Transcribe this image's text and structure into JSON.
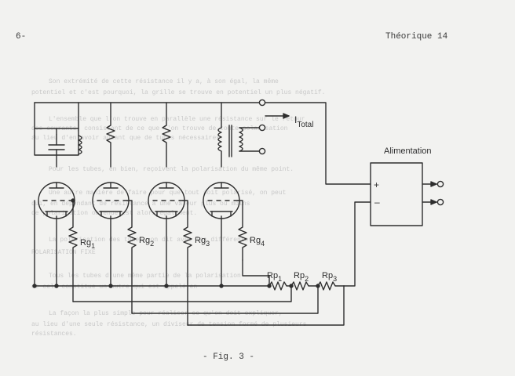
{
  "header": {
    "page_number": "6-",
    "section": "Théorique 14"
  },
  "labels": {
    "i_total": "I",
    "i_total_sub": "Total",
    "alimentation": "Alimentation",
    "plus": "+",
    "minus": "–",
    "rg1": "Rg",
    "rg1_sub": "1",
    "rg2": "Rg",
    "rg2_sub": "2",
    "rg3": "Rg",
    "rg3_sub": "3",
    "rg4": "Rg",
    "rg4_sub": "4",
    "rp1": "Rp",
    "rp1_sub": "1",
    "rp2": "Rp",
    "rp2_sub": "2",
    "rp3": "Rp",
    "rp3_sub": "3"
  },
  "caption": "- Fig. 3 -",
  "bleed_through": [
    "Son extrémité de cette résistance il y a, à son égal, la même",
    "potentiel et c'est pourquoi, la grille se trouve en potentiel un plus négatif.",
    "L'ensemble que l'on trouve en parallèle une résistance sur le retour",
    "des courants, consistant de ce que l'on trouve de toute polarisation",
    "au lieu d'en avoir autant que de tubes nécessaires.",
    "Pour les tubes, en bien, reçoivent la polarisation du même point.",
    "Une autre manière de faire pour que tout soit polarisé, on peut",
    "qui, en dépendant de résistance à une valeur plus ou moins",
    "de polarisation obtenue est alors également.",
    "La polarisation des tubes, on dit avec les différentes",
    "POLARISATION FIXE",
    "Tous les tubes d'une même partie de la polarisation",
    "et cela constitue un autre qui est appelé en",
    "La façon la plus simple pour réaliser ce qu'on doit expliquer,",
    "au lieu d'une seule résistance, un diviseur de tension formé de plusieurs",
    "résistances."
  ]
}
